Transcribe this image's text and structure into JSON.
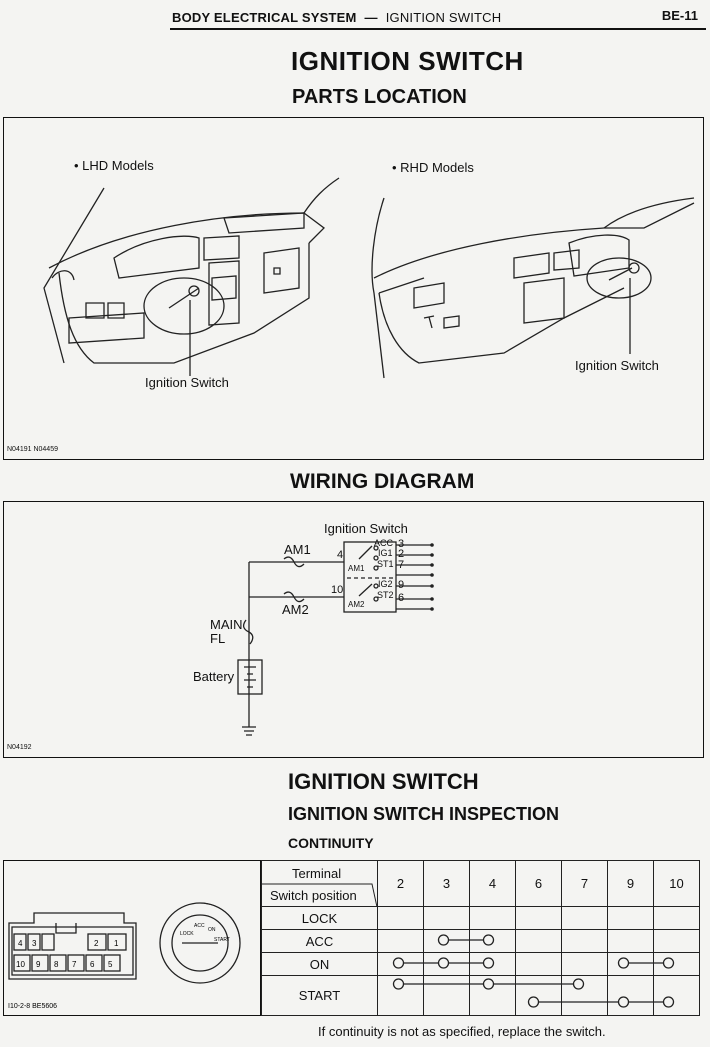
{
  "header": {
    "section": "BODY ELECTRICAL SYSTEM",
    "separator": "—",
    "subsection": "IGNITION SWITCH",
    "page": "BE-11"
  },
  "titles": {
    "main": "IGNITION SWITCH",
    "parts_location": "PARTS LOCATION",
    "wiring_diagram": "WIRING DIAGRAM",
    "ignition_switch": "IGNITION SWITCH",
    "inspection": "IGNITION SWITCH INSPECTION",
    "continuity": "CONTINUITY"
  },
  "parts_location": {
    "lhd_label": "• LHD Models",
    "rhd_label": "• RHD Models",
    "lhd_callout": "Ignition Switch",
    "rhd_callout": "Ignition Switch",
    "figure_code": "N04191 N04459"
  },
  "wiring": {
    "switch_label": "Ignition Switch",
    "am1": "AM1",
    "am2": "AM2",
    "main": "MAIN",
    "fl": "FL",
    "battery": "Battery",
    "pin_4": "4",
    "pin_10": "10",
    "acc": "ACC",
    "ig1": "IG1",
    "st1": "ST1",
    "ig2": "IG2",
    "st2": "ST2",
    "inner_am1": "AM1",
    "inner_am2": "AM2",
    "out_3": "3",
    "out_2": "2",
    "out_7": "7",
    "out_9": "9",
    "out_6": "6",
    "figure_code": "N04192"
  },
  "connector": {
    "top_row": [
      "4",
      "3",
      "",
      "2",
      "1"
    ],
    "bottom_row": [
      "10",
      "9",
      "8",
      "7",
      "6",
      "5"
    ],
    "key_labels": [
      "LOCK",
      "ACC",
      "ON",
      "START"
    ],
    "figure_code": "I10-2-8 BE5606"
  },
  "continuity_table": {
    "terminal_header": "Terminal",
    "position_header": "Switch position",
    "terminals": [
      "2",
      "3",
      "4",
      "6",
      "7",
      "9",
      "10"
    ],
    "rows": [
      {
        "position": "LOCK",
        "links": []
      },
      {
        "position": "ACC",
        "links": [
          [
            "3",
            "4"
          ]
        ]
      },
      {
        "position": "ON",
        "links": [
          [
            "2",
            "3",
            "4"
          ],
          [
            "9",
            "10"
          ]
        ]
      },
      {
        "position": "START",
        "links": [
          [
            "2",
            "4",
            "7"
          ],
          [
            "6",
            "9",
            "10"
          ]
        ]
      }
    ]
  },
  "footer_note": "If continuity is not as specified, replace the switch."
}
